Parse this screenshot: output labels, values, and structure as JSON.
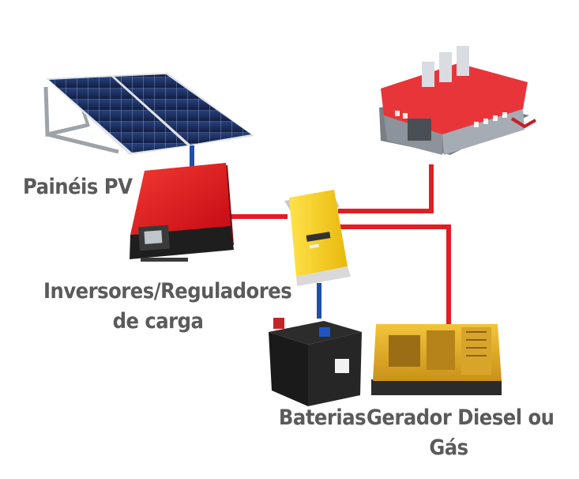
{
  "labels": {
    "pv_panels": "Painéis PV",
    "inverters_line1": "Inversores/Reguladores",
    "inverters_line2": "de carga",
    "batteries": "Baterias",
    "generator_line1": "Gerador Diesel ou",
    "generator_line2": "Gás"
  },
  "colors": {
    "dc_wire": "#1f4fa8",
    "ac_wire": "#e01e25",
    "label_text": "#5a5a5a",
    "inverter_red": "#e0141e",
    "charge_controller_yellow": "#f6d21c",
    "generator_yellow": "#e6b21e",
    "building_roof": "#e8353a"
  },
  "icons": {
    "pv": "solar-panel-icon",
    "inverter": "inverter-icon",
    "controller": "charge-controller-icon",
    "building": "factory-building-icon",
    "battery": "car-battery-icon",
    "generator": "diesel-generator-icon"
  }
}
